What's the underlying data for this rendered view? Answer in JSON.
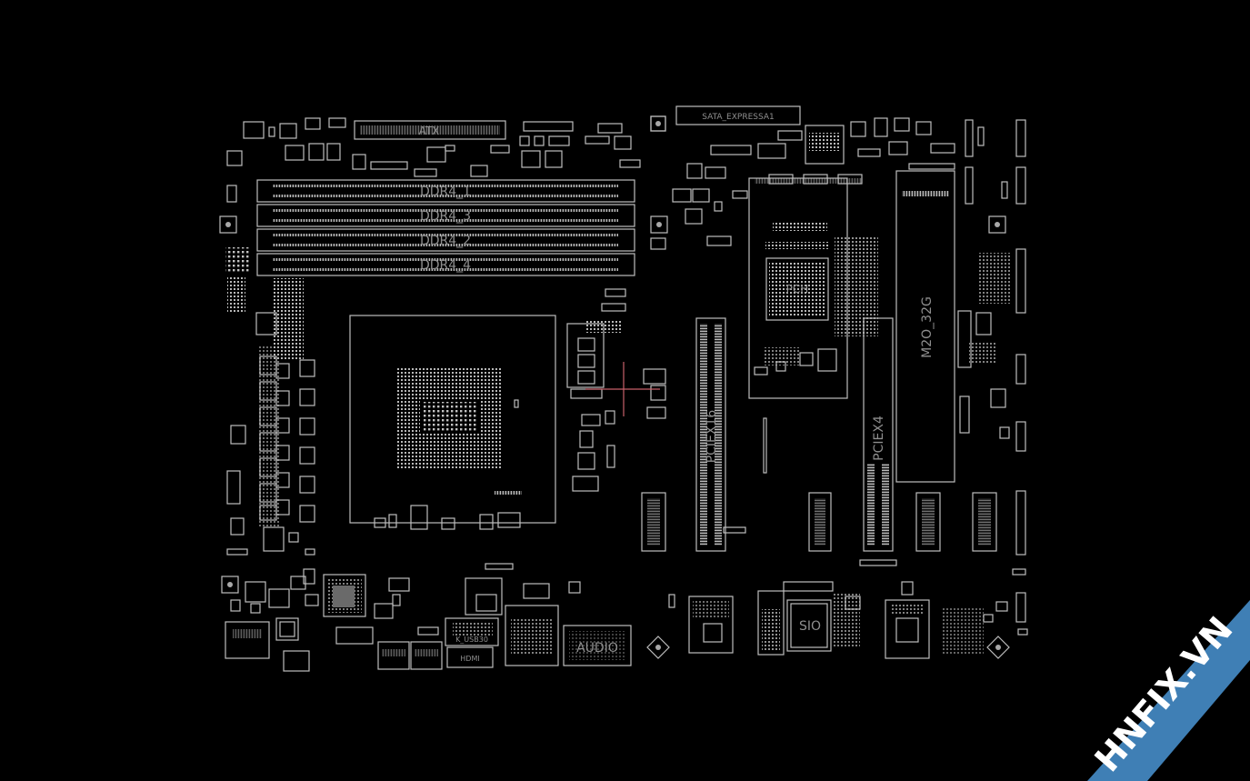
{
  "labels": {
    "atx": "ATX",
    "sata_express": "SATA_EXPRESSA1",
    "ddr4_1": "DDR4_1",
    "ddr4_3": "DDR4_3",
    "ddr4_2": "DDR4_2",
    "ddr4_4": "DDR4_4",
    "pch": "PCH",
    "m2": "M2O_32G",
    "pciex16": "PCIEX16",
    "pciex4": "PCIEX4",
    "sio": "SIO",
    "audio": "AUDIO",
    "usb30": "K_USB30",
    "hdmi": "HDMI"
  },
  "watermark": {
    "text": "HNFIX.VN",
    "band_color": "#3f7fb5",
    "text_color": "#ffffff",
    "accent_color": "#e0312b"
  },
  "colors": {
    "background": "#000000",
    "outline": "#bdbdbd",
    "crosshair": "#c8606a"
  }
}
